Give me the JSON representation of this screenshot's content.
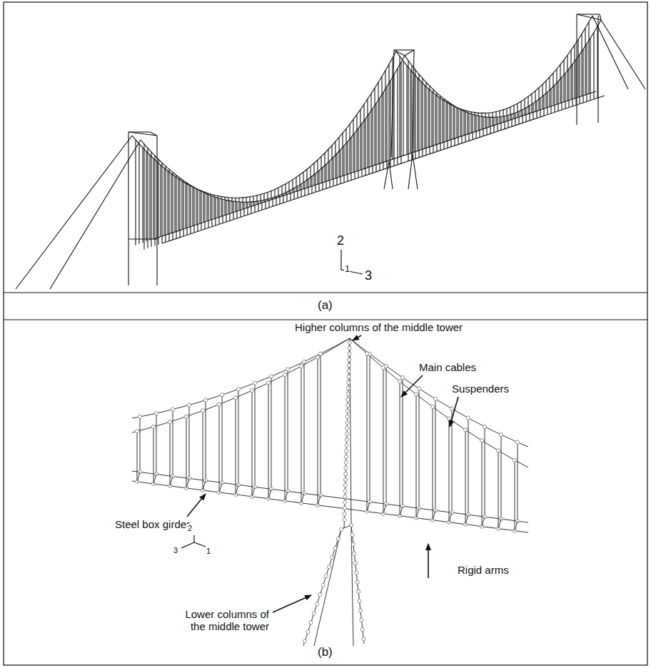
{
  "diagram": {
    "labels": [
      "2",
      "1",
      "3",
      "(a)",
      "Higher columns of the middle tower",
      "Main cables",
      "Suspenders",
      "Steel box girder",
      "Lower columns of the middle tower",
      "Rigid arms",
      "2",
      "3",
      "1",
      "(b)"
    ]
  }
}
